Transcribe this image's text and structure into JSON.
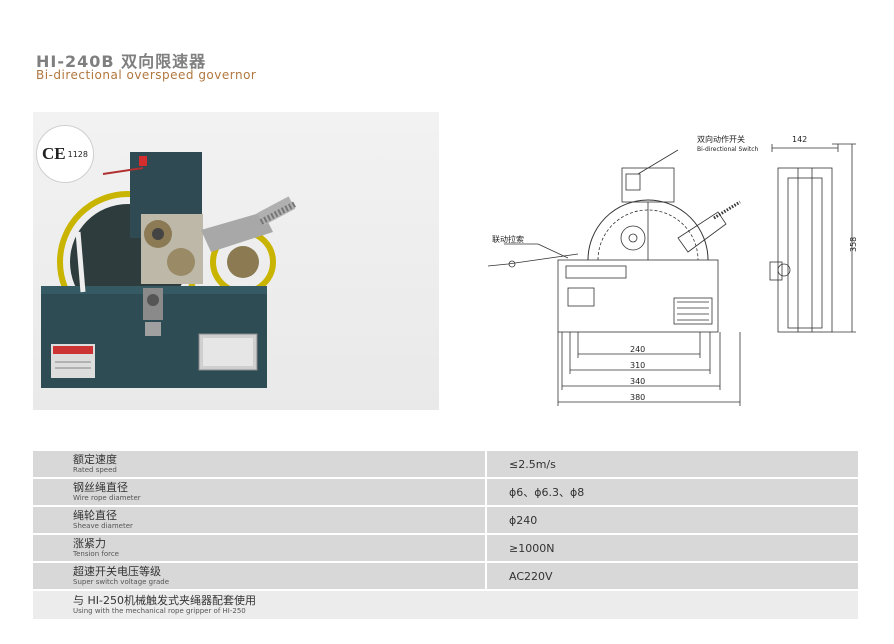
{
  "header": {
    "title_cn": "HI-240B 双向限速器",
    "title_en": "Bi-directional overspeed governor"
  },
  "photo": {
    "ce_mark": "CE",
    "ce_number": "1128"
  },
  "drawing": {
    "label_switch_cn": "双向动作开关",
    "label_switch_en": "Bi-directional Switch",
    "label_rope_cn": "联动拉索",
    "dim_240": "240",
    "dim_310": "310",
    "dim_340": "340",
    "dim_380": "380",
    "dim_142": "142",
    "dim_358": "358"
  },
  "specs": [
    {
      "name_cn": "额定速度",
      "name_en": "Rated speed",
      "value": "≤2.5m/s"
    },
    {
      "name_cn": "钢丝绳直径",
      "name_en": "Wire rope diameter",
      "value": "ϕ6、ϕ6.3、ϕ8"
    },
    {
      "name_cn": "绳轮直径",
      "name_en": "Sheave diameter",
      "value": "ϕ240"
    },
    {
      "name_cn": "涨紧力",
      "name_en": "Tension force",
      "value": "≥1000N"
    },
    {
      "name_cn": "超速开关电压等级",
      "name_en": "Super switch voltage grade",
      "value": "AC220V"
    }
  ],
  "note": {
    "cn": "与 HI-250机械触发式夹绳器配套使用",
    "en": "Using with the mechanical rope gripper of HI-250"
  }
}
